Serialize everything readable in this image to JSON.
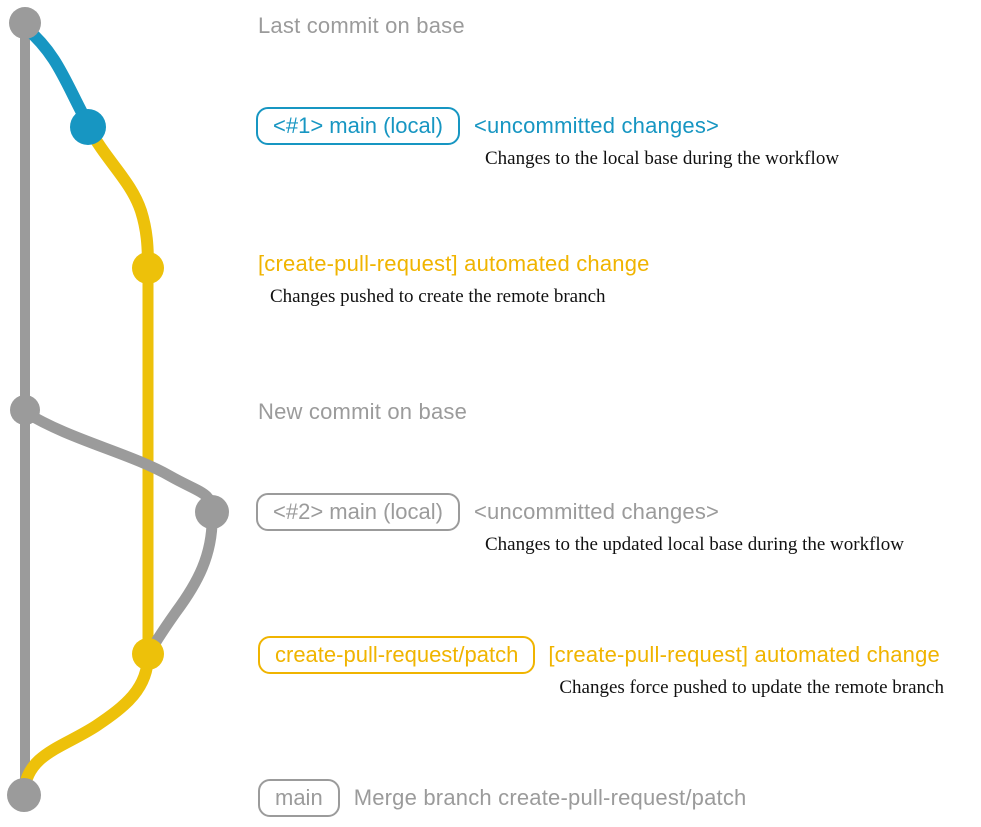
{
  "colors": {
    "base_gray": "#9b9b9b",
    "teal": "#1796c2",
    "yellow_line": "#edc10a",
    "yellow_text": "#f0b400",
    "description_black": "#111111"
  },
  "annotations": {
    "last_commit_label": "Last commit on base",
    "new_commit_label": "New commit on base",
    "row1": {
      "badge": "<#1> main (local)",
      "message": "<uncommitted changes>",
      "description": "Changes to the local base during the workflow"
    },
    "row2": {
      "message": "[create-pull-request] automated change",
      "description": "Changes pushed to create the remote branch"
    },
    "row3": {
      "badge": "<#2> main (local)",
      "message": "<uncommitted changes>",
      "description": "Changes to the updated local base during the workflow"
    },
    "row4": {
      "badge": "create-pull-request/patch",
      "message": "[create-pull-request] automated change",
      "description": "Changes force pushed to update the remote branch"
    },
    "row5": {
      "badge": "main",
      "message": "Merge branch create-pull-request/patch"
    }
  }
}
